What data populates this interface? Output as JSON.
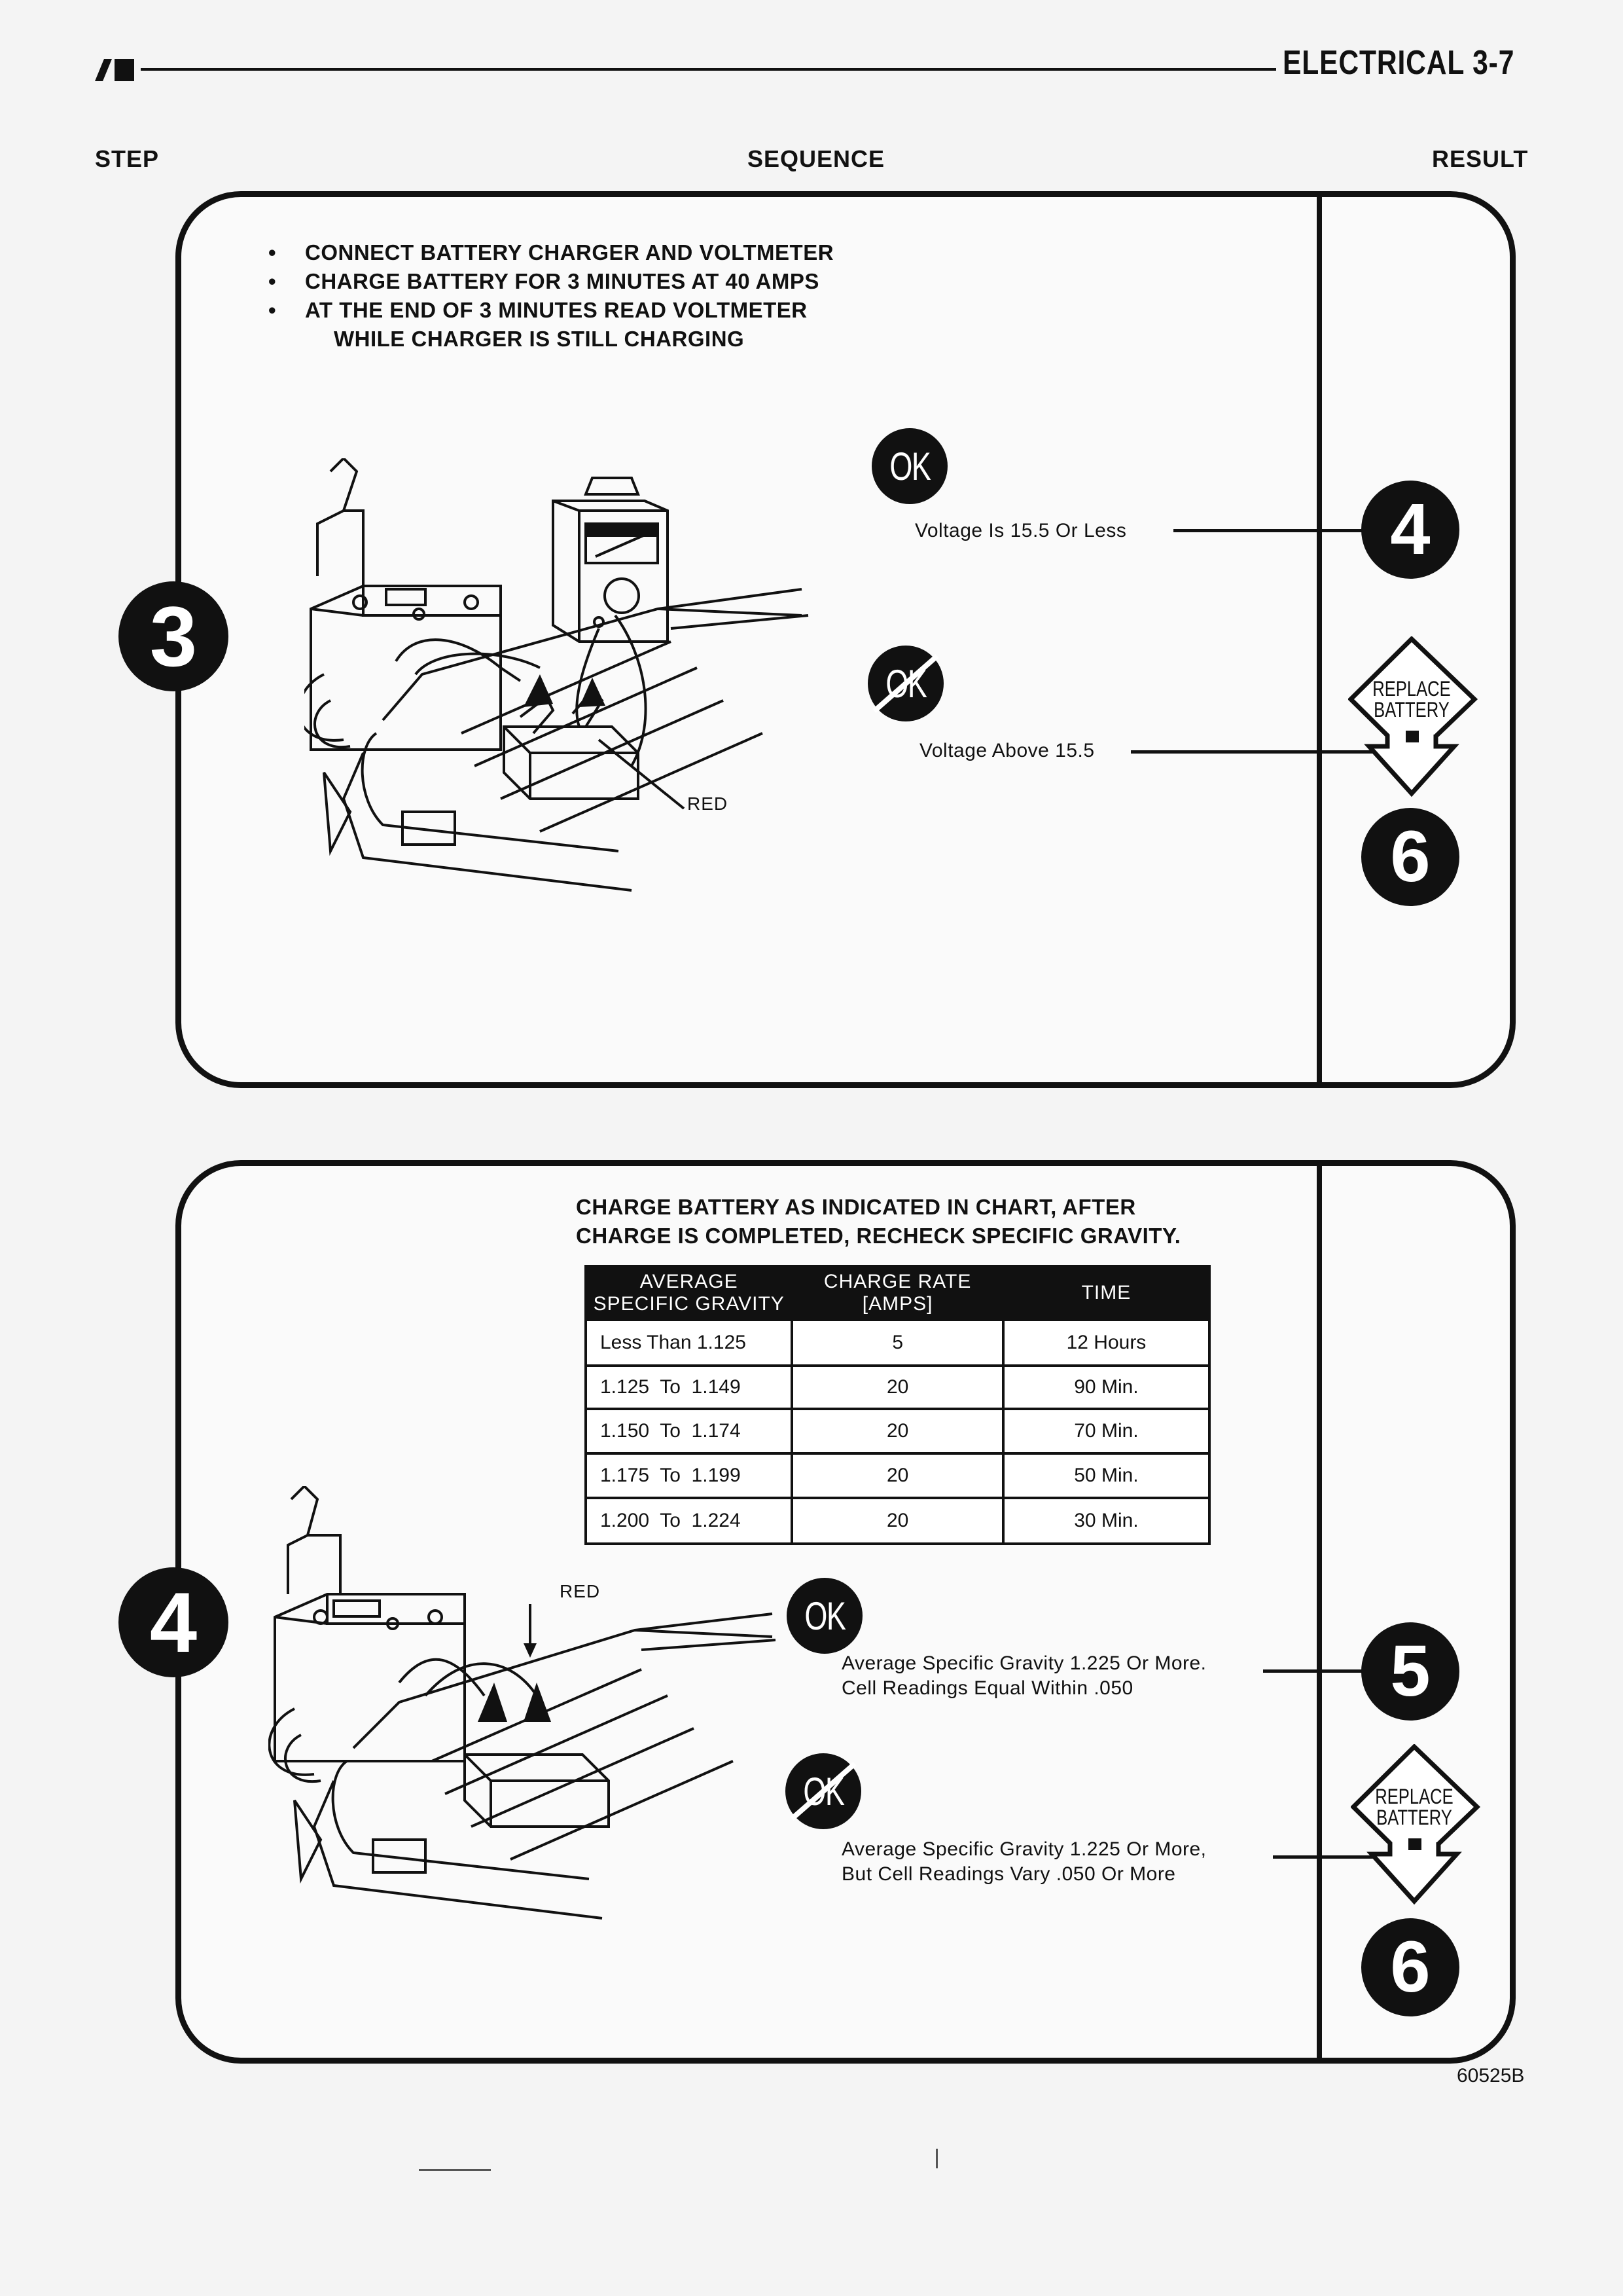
{
  "header": {
    "title": "ELECTRICAL 3-7"
  },
  "columns": {
    "step": "STEP",
    "sequence": "SEQUENCE",
    "result": "RESULT"
  },
  "step3": {
    "number": "3",
    "instructions": [
      "CONNECT BATTERY CHARGER AND VOLTMETER",
      "CHARGE BATTERY FOR 3 MINUTES AT 40 AMPS",
      "AT THE END OF 3 MINUTES READ VOLTMETER"
    ],
    "instruction_cont": "WHILE CHARGER IS STILL CHARGING",
    "red_label": "RED",
    "ok_label": "OK",
    "ok_text": "Voltage Is 15.5 Or Less",
    "ok_result": "4",
    "notok_label": "OK",
    "notok_text": "Voltage Above 15.5",
    "replace_line1": "REPLACE",
    "replace_line2": "BATTERY",
    "notok_result": "6"
  },
  "step4": {
    "number": "4",
    "instruction_line1": "CHARGE BATTERY AS INDICATED IN CHART, AFTER",
    "instruction_line2": "CHARGE IS COMPLETED, RECHECK SPECIFIC GRAVITY.",
    "table": {
      "headers": [
        {
          "line1": "AVERAGE",
          "line2": "SPECIFIC GRAVITY"
        },
        {
          "line1": "CHARGE RATE",
          "line2": "[AMPS]"
        },
        {
          "line1": "TIME",
          "line2": ""
        }
      ],
      "rows": [
        [
          "Less Than 1.125",
          "5",
          "12 Hours"
        ],
        [
          "1.125  To  1.149",
          "20",
          "90 Min."
        ],
        [
          "1.150  To  1.174",
          "20",
          "70 Min."
        ],
        [
          "1.175  To  1.199",
          "20",
          "50 Min."
        ],
        [
          "1.200  To  1.224",
          "20",
          "30 Min."
        ]
      ]
    },
    "red_label": "RED",
    "ok_label": "OK",
    "ok_text_line1": "Average Specific Gravity 1.225 Or More.",
    "ok_text_line2": "Cell Readings Equal Within .050",
    "ok_result": "5",
    "notok_label": "OK",
    "notok_text_line1": "Average Specific Gravity 1.225 Or More,",
    "notok_text_line2": "But Cell Readings Vary .050 Or More",
    "replace_line1": "REPLACE",
    "replace_line2": "BATTERY",
    "notok_result": "6"
  },
  "footer": {
    "doc_number": "60525B"
  },
  "icons": [
    "ok-icon",
    "not-ok-icon",
    "replace-battery-arrow-icon",
    "battery-charger-illustration",
    "voltmeter-illustration"
  ]
}
